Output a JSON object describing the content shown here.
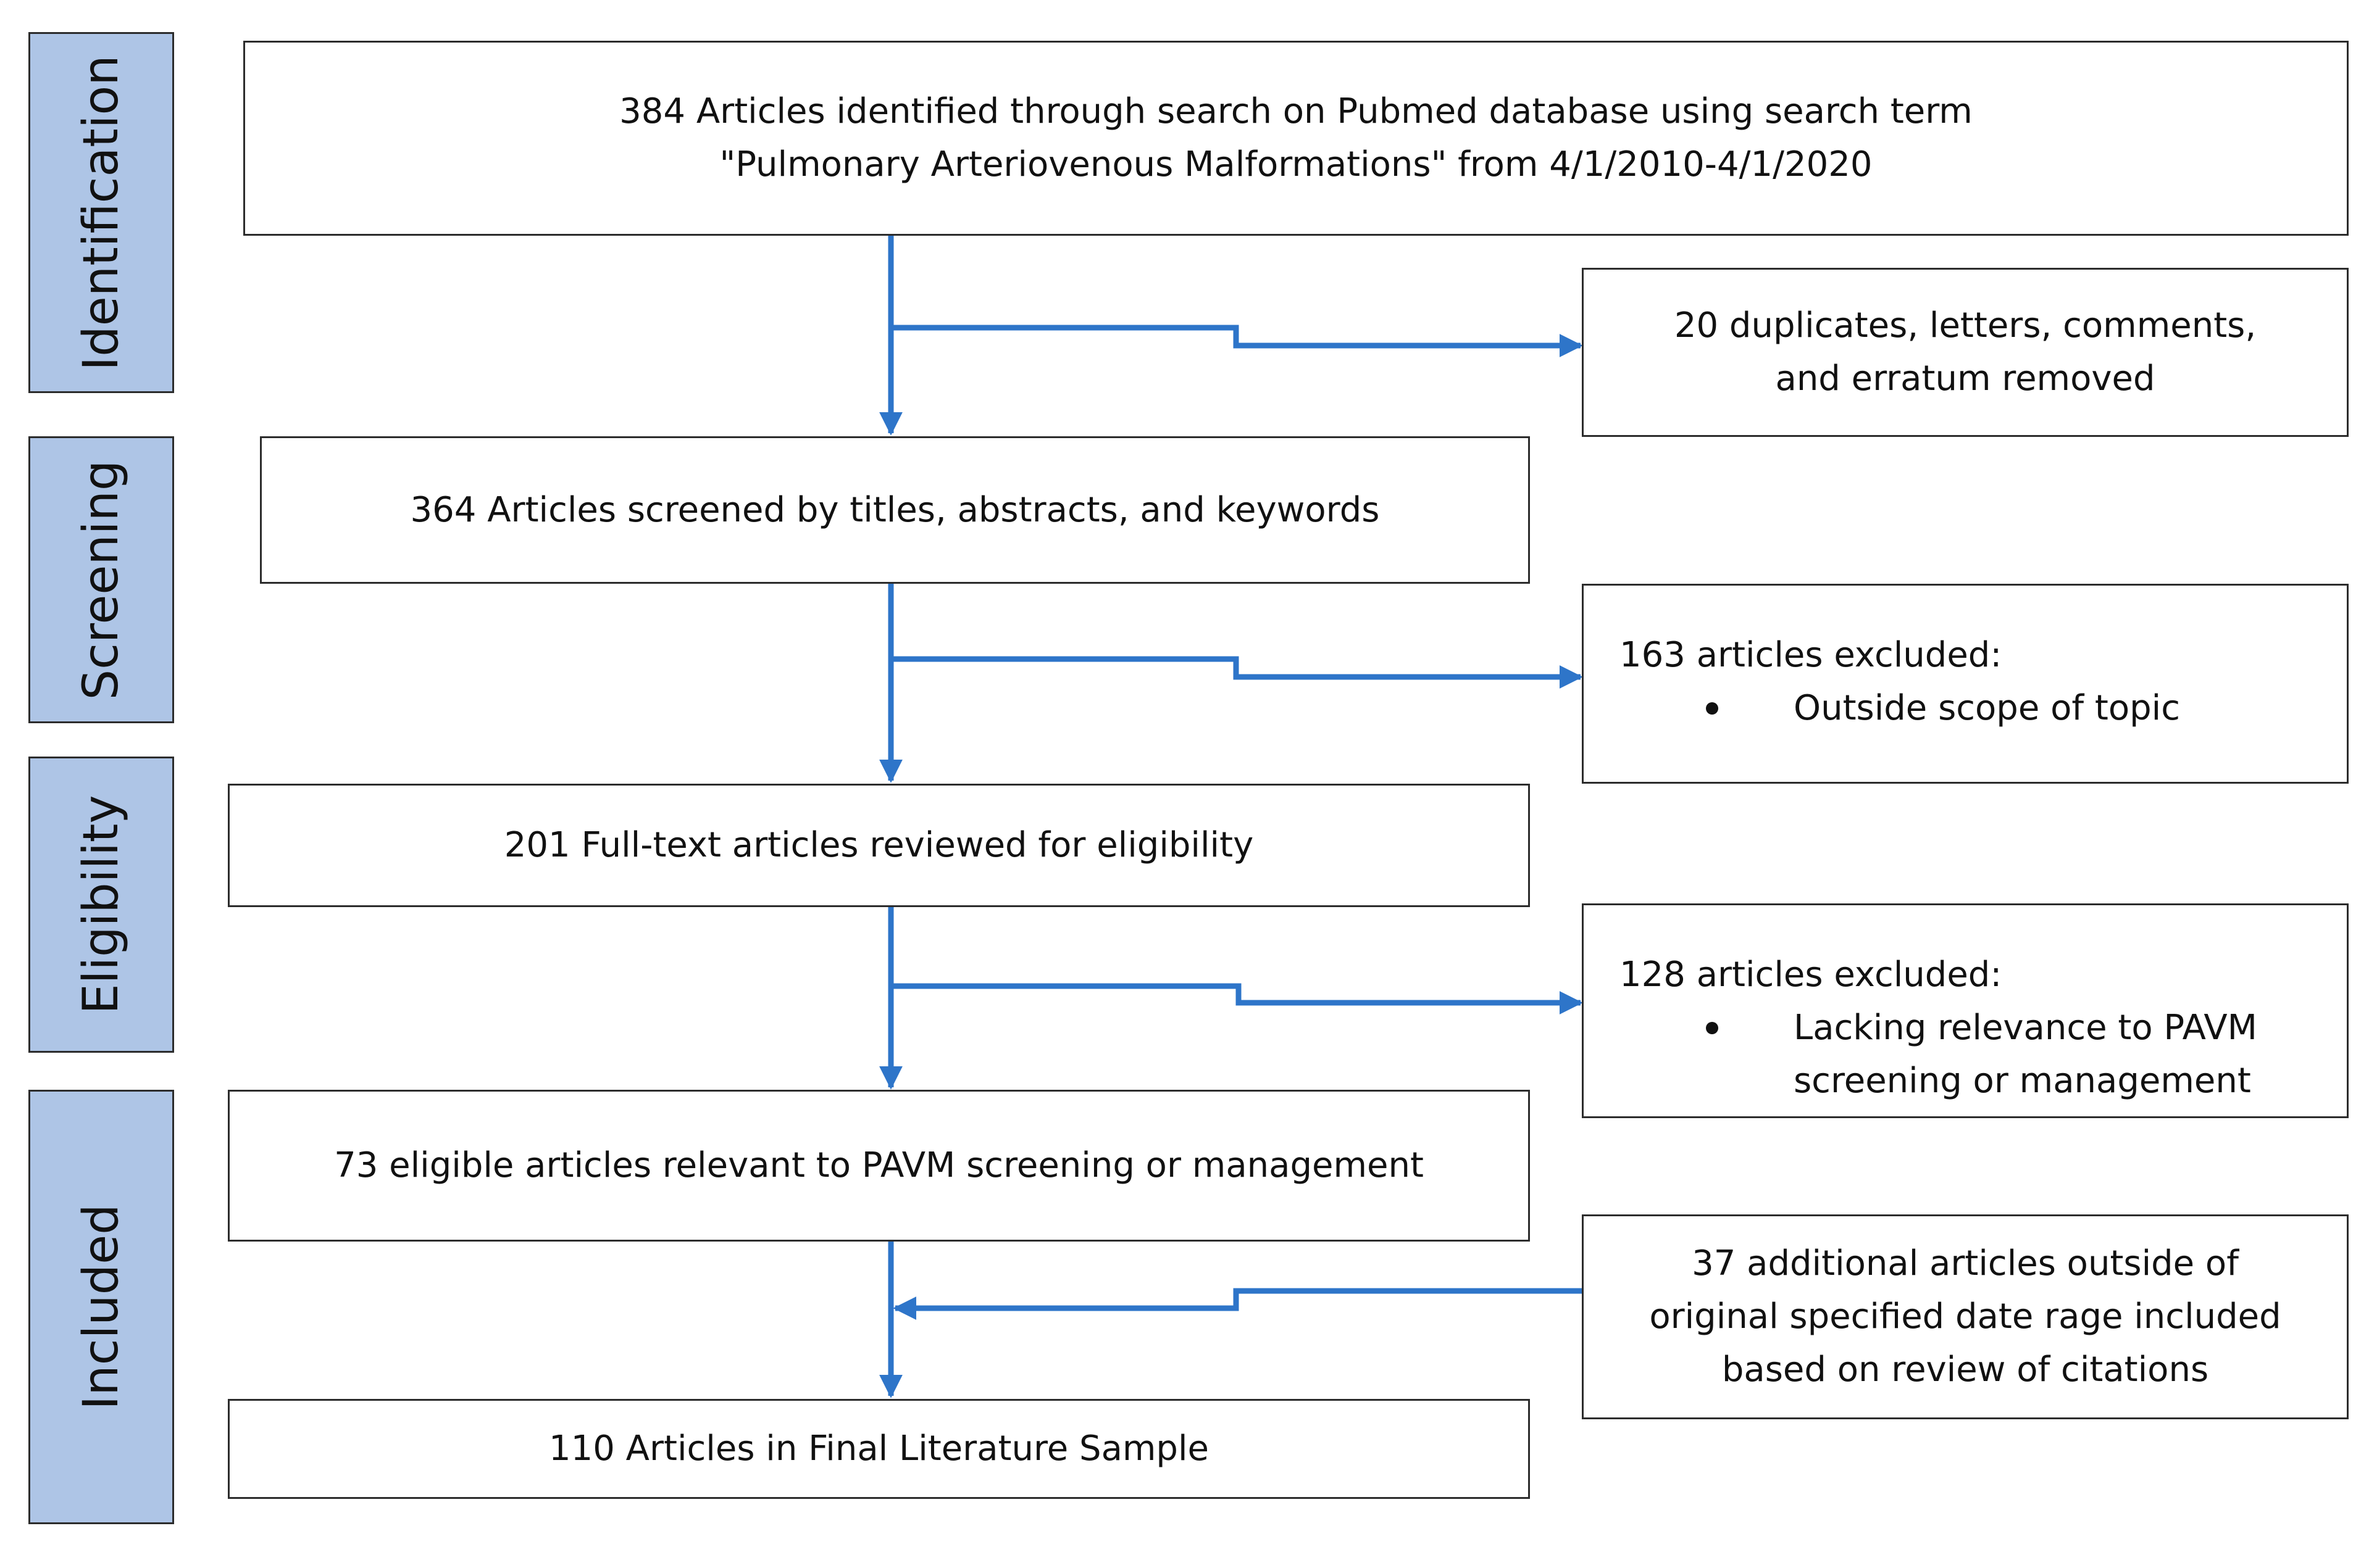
{
  "stages": {
    "identification": "Identification",
    "screening": "Screening",
    "eligibility": "Eligibility",
    "included": "Included"
  },
  "boxes": {
    "identified_line1": "384 Articles identified through search on Pubmed database using search term",
    "identified_line2": "\"Pulmonary Arteriovenous Malformations\" from 4/1/2010-4/1/2020",
    "screened": "364 Articles screened by titles, abstracts, and keywords",
    "fulltext": "201 Full-text articles reviewed for eligibility",
    "eligible": "73 eligible articles relevant to PAVM screening or management",
    "final": "110 Articles in Final Literature Sample"
  },
  "side_boxes": {
    "removed_line1": "20 duplicates, letters, comments,",
    "removed_line2": "and erratum removed",
    "excluded1_title": "163 articles excluded:",
    "excluded1_bullet": "Outside scope of topic",
    "excluded2_title": "128 articles excluded:",
    "excluded2_bullet_line1": "Lacking relevance to PAVM",
    "excluded2_bullet_line2": "screening or management",
    "additional_line1": "37 additional articles outside of",
    "additional_line2": "original specified date rage included",
    "additional_line3": "based on review of citations"
  },
  "colors": {
    "stage_fill": "#aec5e6",
    "arrow": "#2e75c9",
    "border": "#2c2c2c"
  }
}
